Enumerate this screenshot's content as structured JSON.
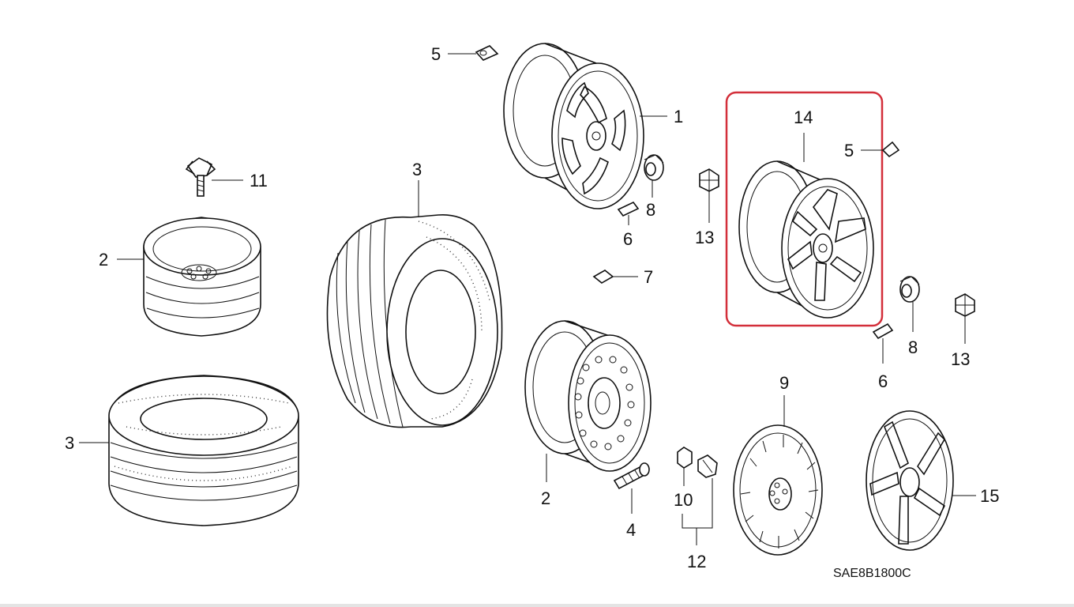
{
  "diagram_code": "SAE8B1800C",
  "callouts": {
    "c1": "1",
    "c2a": "2",
    "c2b": "2",
    "c3a": "3",
    "c3b": "3",
    "c4": "4",
    "c5a": "5",
    "c5b": "5",
    "c6a": "6",
    "c6b": "6",
    "c7": "7",
    "c8a": "8",
    "c8b": "8",
    "c9": "9",
    "c10": "10",
    "c11": "11",
    "c12": "12",
    "c13a": "13",
    "c13b": "13",
    "c14": "14",
    "c15": "15"
  },
  "colors": {
    "highlight_box": "#d32f3a",
    "line": "#111111"
  }
}
